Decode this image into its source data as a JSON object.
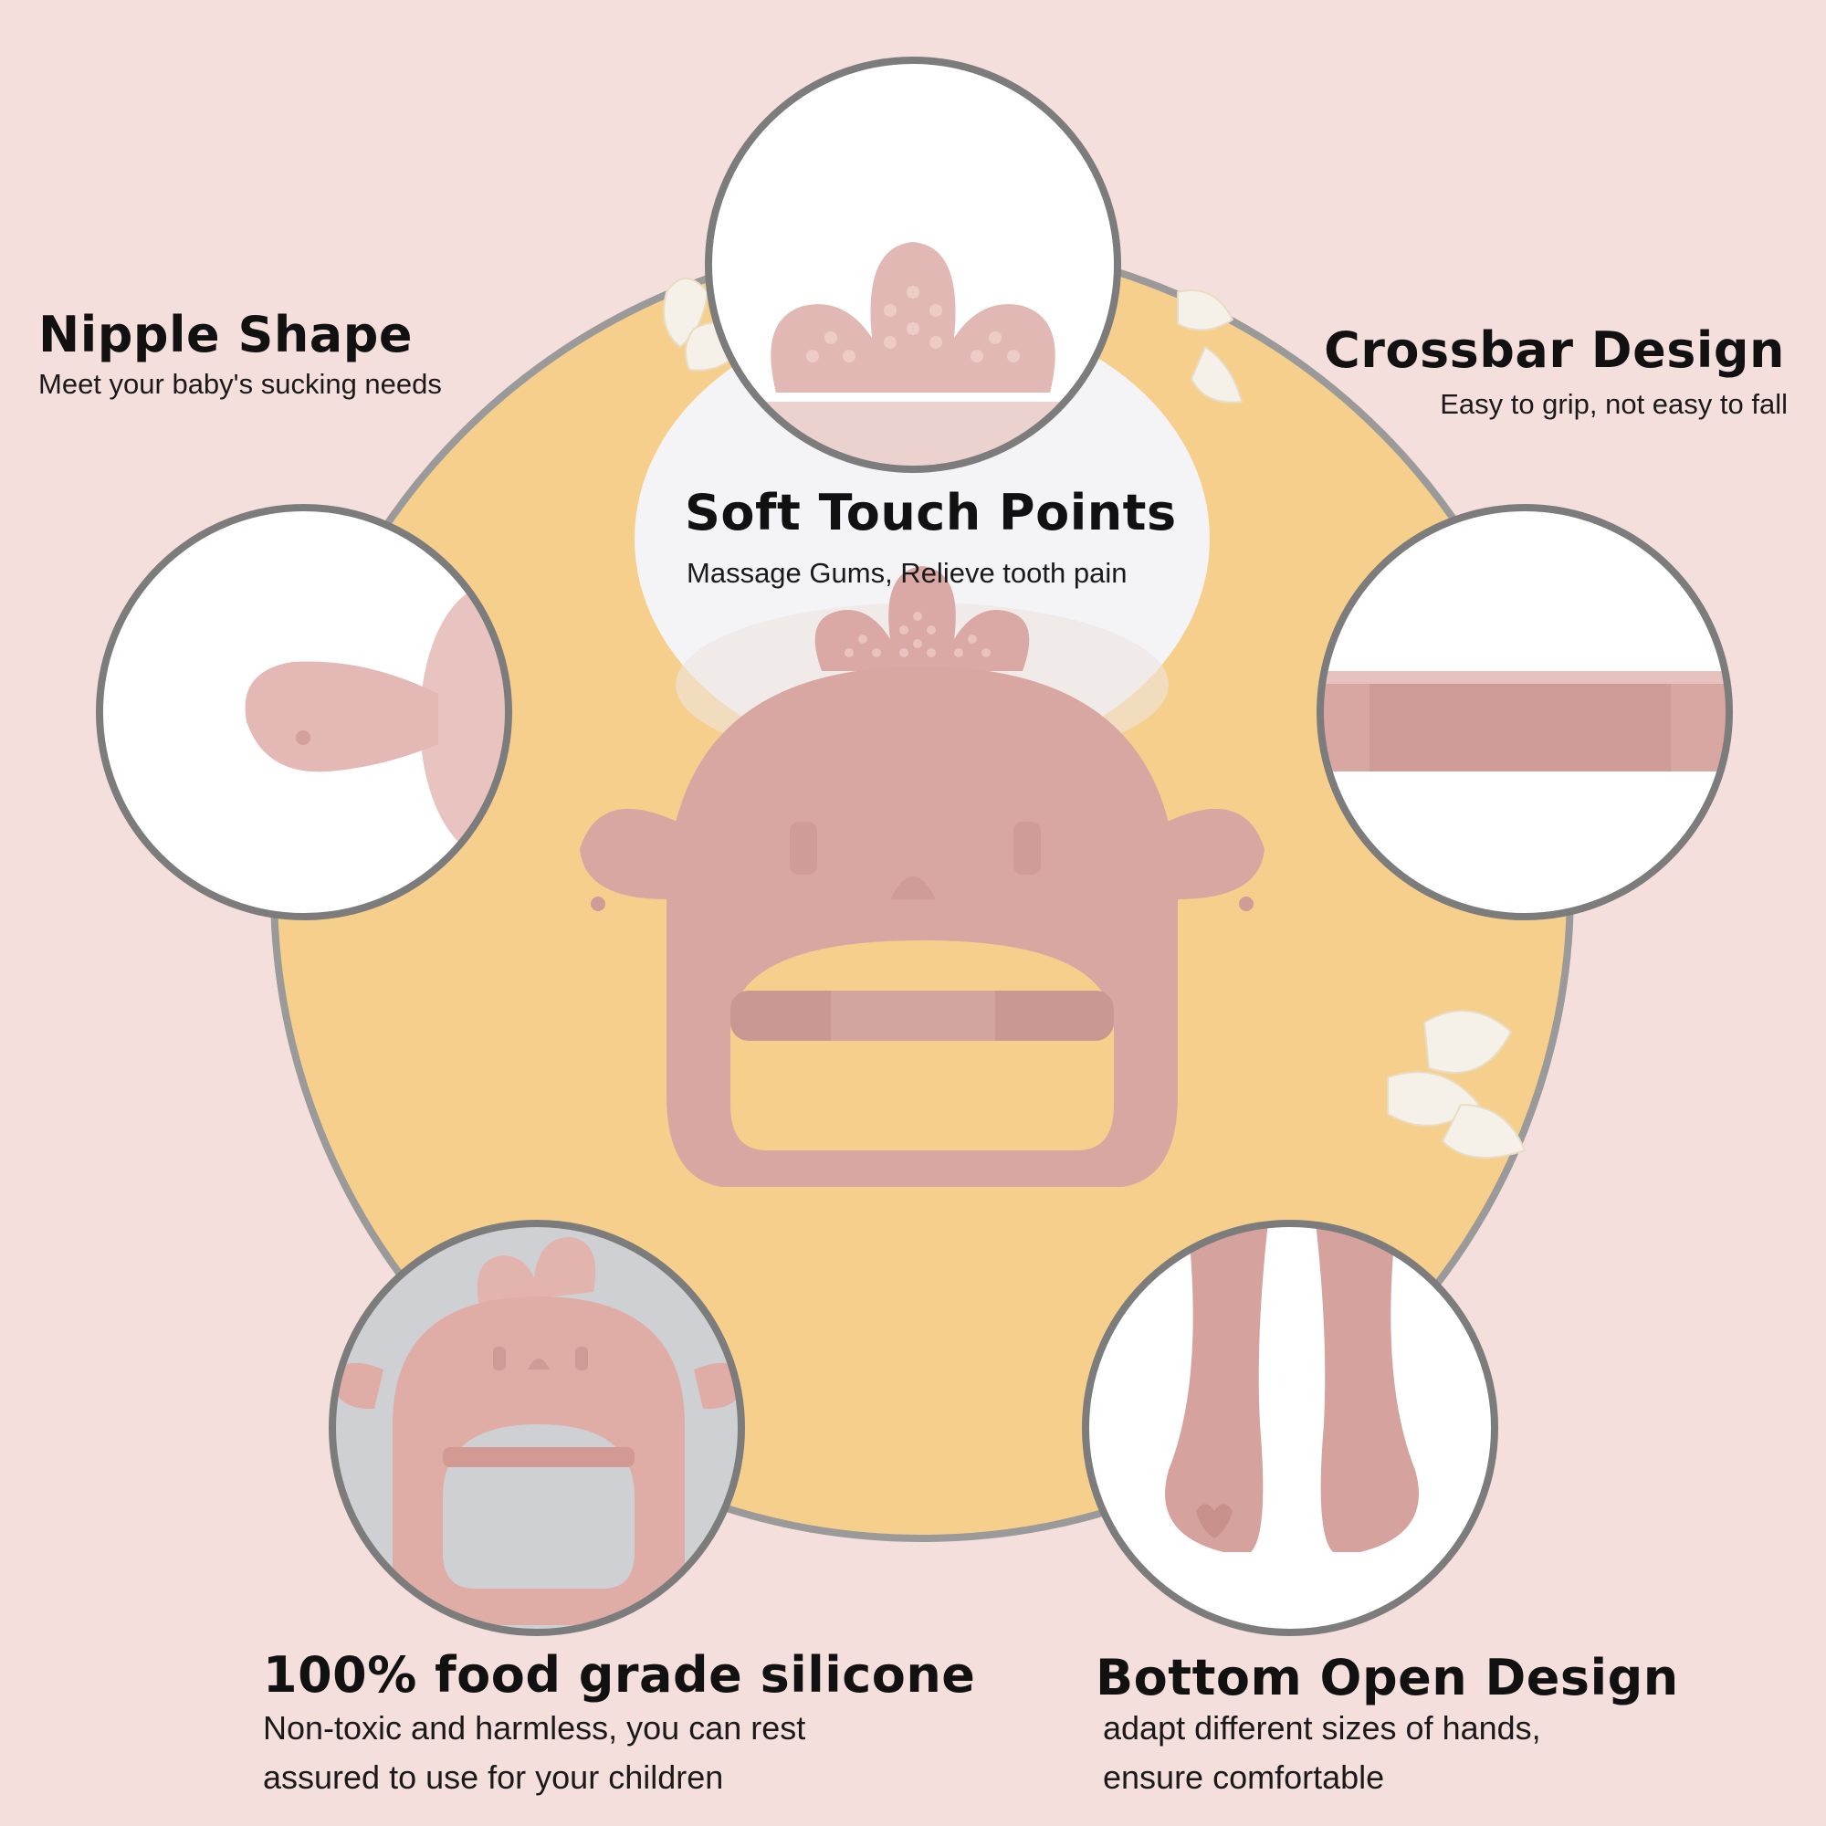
{
  "colors": {
    "background": "#f5dfdd",
    "accent_yellow": "#f7cf8c",
    "product_pink": "#d9a7a2",
    "circle_border": "#7c7c7c"
  },
  "features": {
    "nipple_shape": {
      "title": "Nipple Shape",
      "subtitle": "Meet your baby's sucking needs"
    },
    "crossbar_design": {
      "title": "Crossbar Design",
      "subtitle": "Easy to grip, not easy to fall"
    },
    "soft_touch_points": {
      "title": "Soft Touch Points",
      "subtitle": "Massage Gums, Relieve tooth pain"
    },
    "food_grade_silicone": {
      "title": "100% food grade silicone",
      "subtitle_line1": "Non-toxic and harmless, you can rest",
      "subtitle_line2": "assured to use for your children"
    },
    "bottom_open_design": {
      "title": "Bottom Open Design",
      "subtitle_line1": "adapt different sizes of hands,",
      "subtitle_line2": "ensure comfortable"
    }
  }
}
